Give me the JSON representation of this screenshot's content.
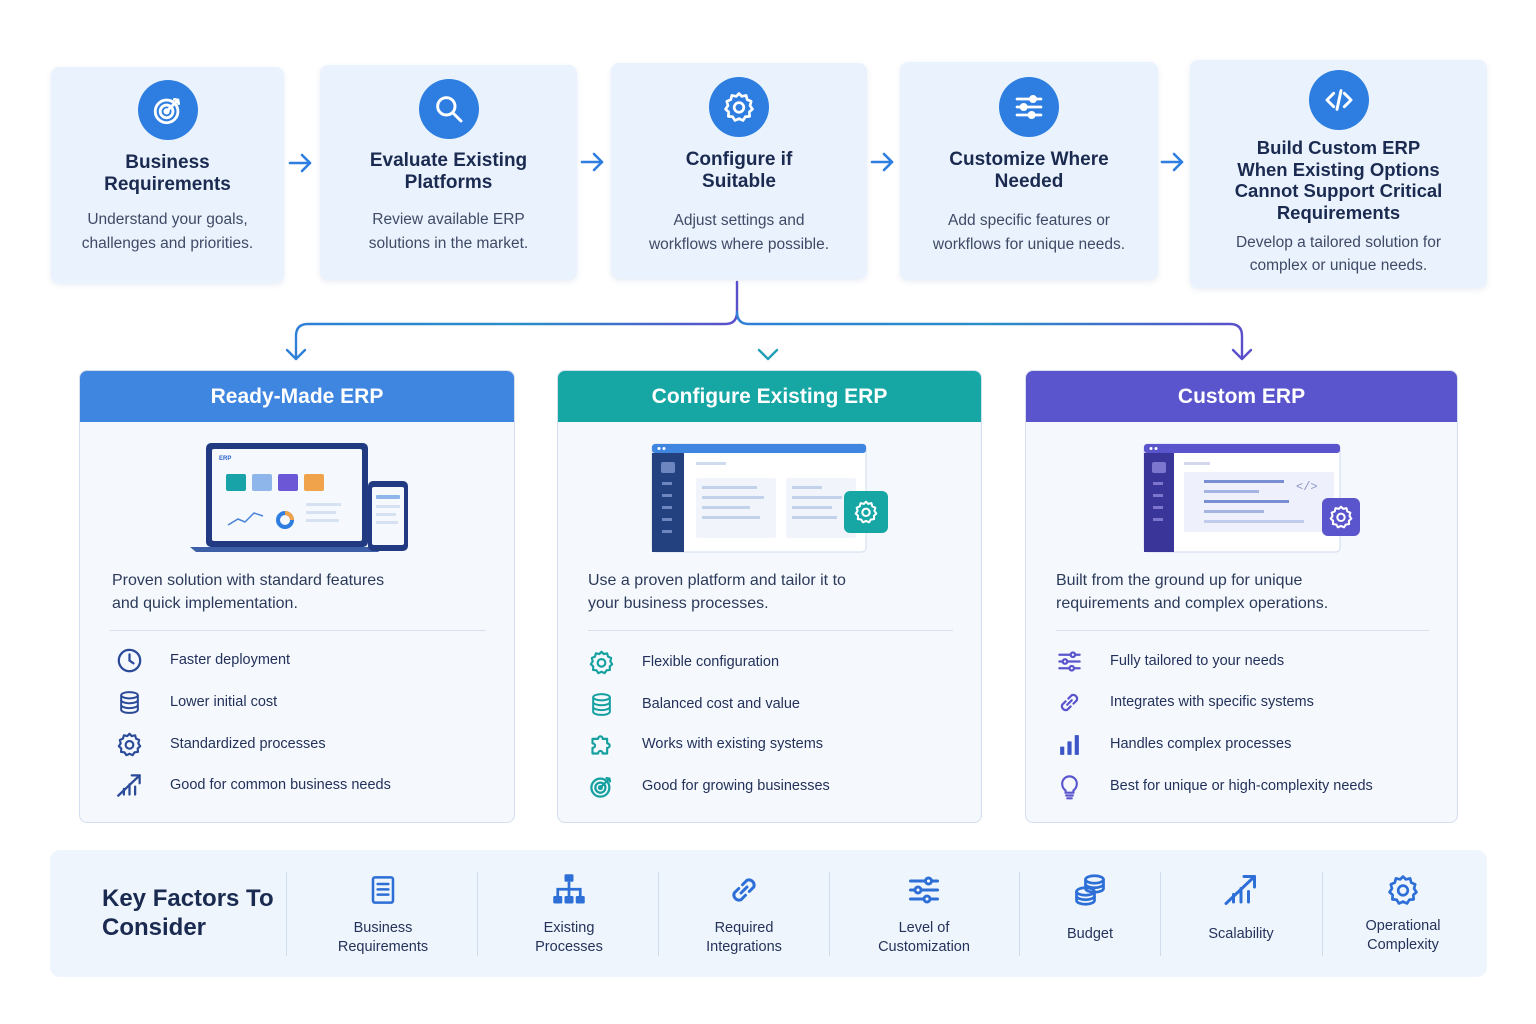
{
  "colors": {
    "accent_blue": "#2d7ee0",
    "ready_made_header": "#3f86e0",
    "configure_header": "#16a6a4",
    "custom_header": "#5a55cc",
    "step_card_bg": "#eaf3fd"
  },
  "steps": [
    {
      "icon": "target-icon",
      "title": "Business Requirements",
      "desc": "Understand your goals, challenges and priorities."
    },
    {
      "icon": "search-icon",
      "title": "Evaluate Existing Platforms",
      "desc": "Review available ERP solutions in the market."
    },
    {
      "icon": "gear-icon",
      "title": "Configure if Suitable",
      "desc": "Adjust settings and workflows where possible."
    },
    {
      "icon": "sliders-icon",
      "title": "Customize Where Needed",
      "desc": "Add specific features or workflows for unique needs."
    },
    {
      "icon": "code-icon",
      "title": "Build Custom ERP When Existing Options Cannot Support Critical Requirements",
      "desc": "Develop a tailored solution for complex or unique needs."
    }
  ],
  "options": [
    {
      "title": "Ready-Made ERP",
      "desc": "Proven solution with standard features and quick implementation.",
      "features": [
        {
          "icon": "clock-icon",
          "label": "Faster deployment"
        },
        {
          "icon": "database-icon",
          "label": "Lower initial cost"
        },
        {
          "icon": "gear-icon",
          "label": "Standardized processes"
        },
        {
          "icon": "trend-up-icon",
          "label": "Good for common business needs"
        }
      ]
    },
    {
      "title": "Configure Existing ERP",
      "desc": "Use a proven platform and tailor it to your business processes.",
      "features": [
        {
          "icon": "gear-icon",
          "label": "Flexible configuration"
        },
        {
          "icon": "database-icon",
          "label": "Balanced cost and value"
        },
        {
          "icon": "puzzle-icon",
          "label": "Works with existing systems"
        },
        {
          "icon": "target-icon",
          "label": "Good for growing businesses"
        }
      ]
    },
    {
      "title": "Custom ERP",
      "desc": "Built from the ground up for unique requirements and complex operations.",
      "features": [
        {
          "icon": "sliders-icon",
          "label": "Fully tailored to your needs"
        },
        {
          "icon": "link-icon",
          "label": "Integrates with specific systems"
        },
        {
          "icon": "bar-chart-icon",
          "label": "Handles complex processes"
        },
        {
          "icon": "lightbulb-icon",
          "label": "Best for unique or high-complexity needs"
        }
      ]
    }
  ],
  "illustrations": {
    "ready_made_logo": "ERP"
  },
  "factors": {
    "title": "Key Factors To Consider",
    "items": [
      {
        "icon": "document-icon",
        "label": "Business Requirements"
      },
      {
        "icon": "org-chart-icon",
        "label": "Existing Processes"
      },
      {
        "icon": "link-icon",
        "label": "Required Integrations"
      },
      {
        "icon": "sliders-icon",
        "label": "Level of Customization"
      },
      {
        "icon": "coins-icon",
        "label": "Budget"
      },
      {
        "icon": "trend-up-icon",
        "label": "Scalability"
      },
      {
        "icon": "gear-icon",
        "label": "Operational Complexity"
      }
    ]
  }
}
